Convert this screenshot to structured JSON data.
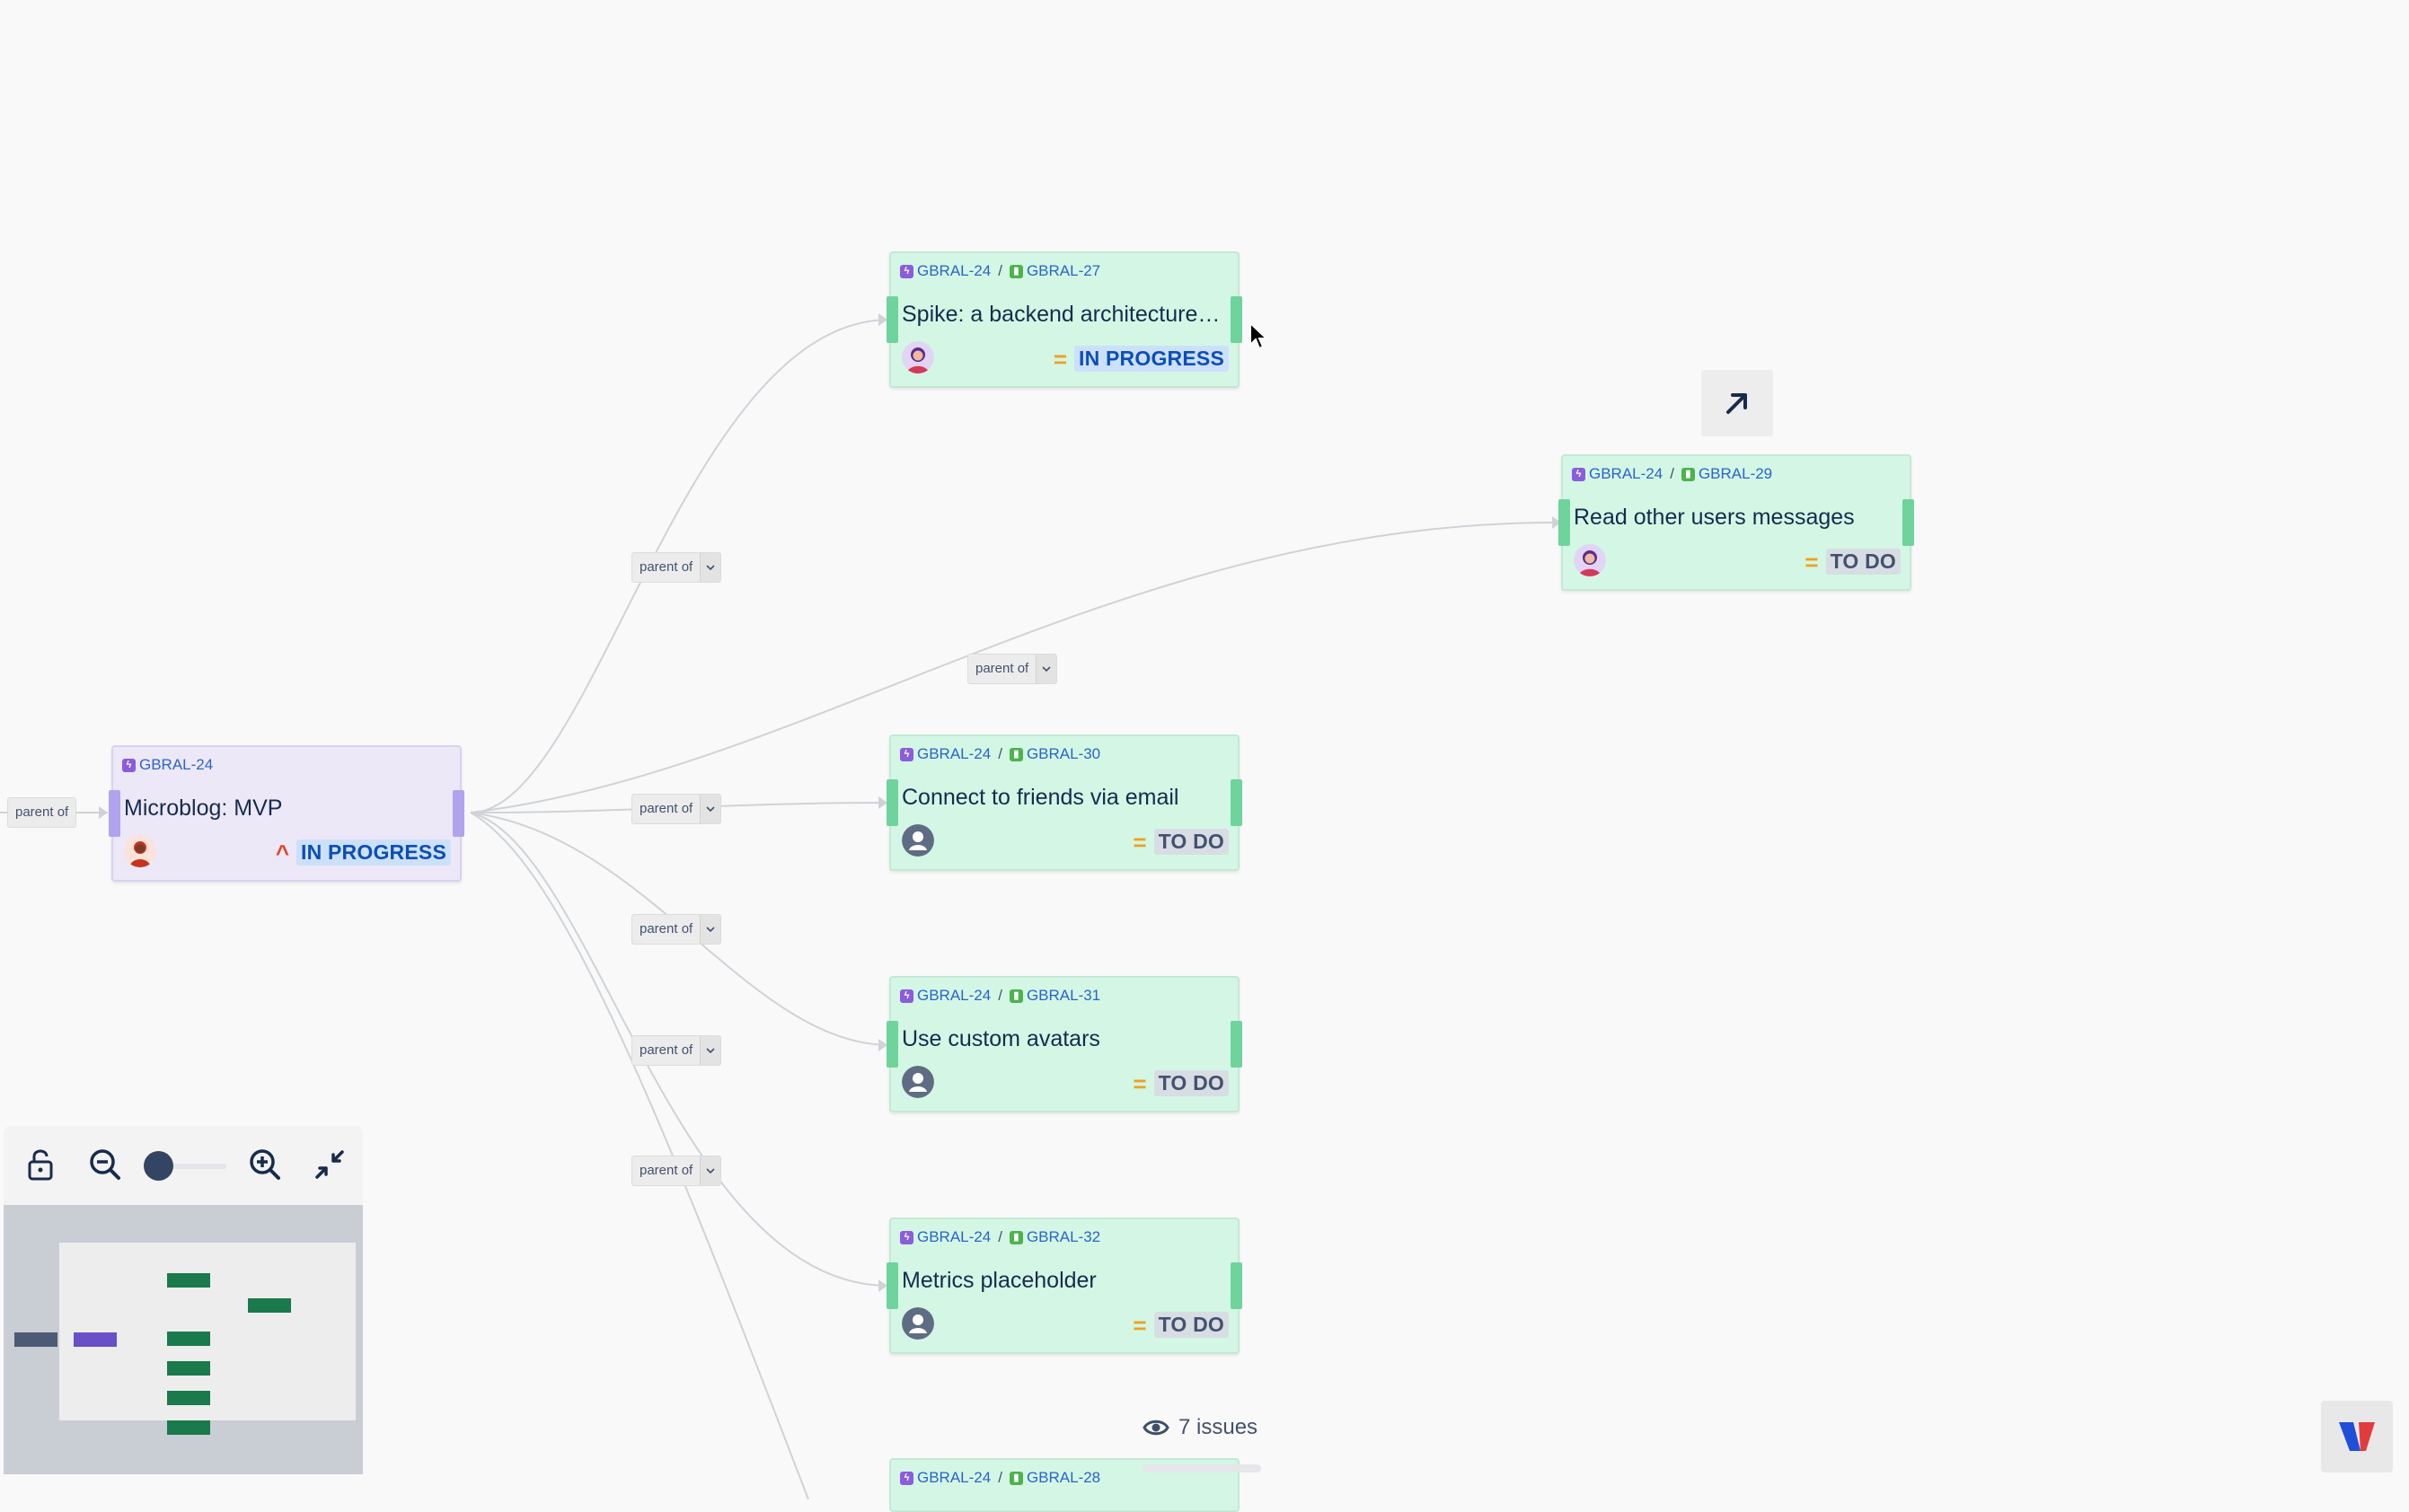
{
  "edge_labels": {
    "left": "parent of",
    "e27": "parent of",
    "e29": "parent of",
    "e30": "parent of",
    "e31": "parent of",
    "e32": "parent of",
    "e28": "parent of"
  },
  "cards": {
    "epic": {
      "key": "GBRAL-24",
      "title": "Microblog: MVP",
      "status": "IN PROGRESS",
      "priority": "high"
    },
    "c27": {
      "epic_key": "GBRAL-24",
      "key": "GBRAL-27",
      "title": "Spike: a backend architecture f...",
      "status": "IN PROGRESS",
      "priority": "medium"
    },
    "c29": {
      "epic_key": "GBRAL-24",
      "key": "GBRAL-29",
      "title": "Read other users messages",
      "status": "TO DO",
      "priority": "medium"
    },
    "c30": {
      "epic_key": "GBRAL-24",
      "key": "GBRAL-30",
      "title": "Connect to friends via email",
      "status": "TO DO",
      "priority": "medium"
    },
    "c31": {
      "epic_key": "GBRAL-24",
      "key": "GBRAL-31",
      "title": "Use custom avatars",
      "status": "TO DO",
      "priority": "medium"
    },
    "c32": {
      "epic_key": "GBRAL-24",
      "key": "GBRAL-32",
      "title": "Metrics placeholder",
      "status": "TO DO",
      "priority": "medium"
    },
    "c28": {
      "epic_key": "GBRAL-24",
      "key": "GBRAL-28"
    }
  },
  "footer": {
    "issues_count": "7 issues"
  },
  "icons": {
    "expand": "arrow-up-right-icon",
    "lock": "unlock-icon",
    "zoom_out": "zoom-out-icon",
    "zoom_in": "zoom-in-icon",
    "fit": "collapse-arrows-icon",
    "eye": "eye-icon",
    "logo": "app-logo-icon"
  },
  "colors": {
    "story_card": "#d3f7e4",
    "epic_card": "#ece8f8",
    "in_progress": "#0b4fb5",
    "todo": "#42526e",
    "minimap_node": "#1a7a4c"
  }
}
